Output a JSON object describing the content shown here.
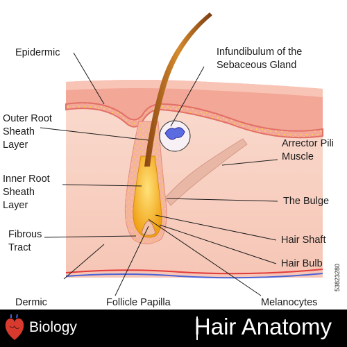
{
  "labels": {
    "epidermic": "Epidermic",
    "infundibulum": [
      "Infundibulum of the",
      "Sebaceous Gland"
    ],
    "outer_root": [
      "Outer Root",
      "Sheath",
      "Layer"
    ],
    "arrector": [
      "Arrector Pili",
      "Muscle"
    ],
    "inner_root": [
      "Inner Root",
      "Sheath",
      "Layer"
    ],
    "bulge": "The Bulge",
    "fibrous": [
      "Fibrous",
      "Tract"
    ],
    "hair_shaft": "Hair Shaft",
    "hair_bulb": "Hair Bulb",
    "dermic": "Dermic",
    "papilla": "Follicle Papilla",
    "melanocytes": "Melanocytes"
  },
  "footer": {
    "topic": "Biology",
    "title": "Hair Anatomy"
  },
  "stock_id": "53823280",
  "colors": {
    "skin_light": "#f7d3c4",
    "skin_mid": "#f4bfae",
    "epidermis": "#ef8f85",
    "hair": "#c06a1f",
    "bulb": "#f5b51f",
    "footer_bg": "#000000"
  }
}
